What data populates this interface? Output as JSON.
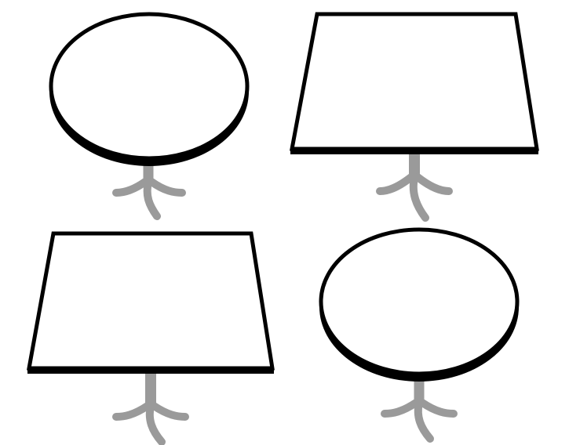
{
  "tables": [
    {
      "name": "round-table-top-left",
      "shape": "round"
    },
    {
      "name": "square-table-top-right",
      "shape": "square"
    },
    {
      "name": "square-table-bottom-left",
      "shape": "square"
    },
    {
      "name": "round-table-bottom-right",
      "shape": "round"
    }
  ],
  "colors": {
    "background": "#ffffff",
    "outline": "#000000",
    "tabletop_fill": "#ffffff",
    "base": "#9a9a9a"
  }
}
